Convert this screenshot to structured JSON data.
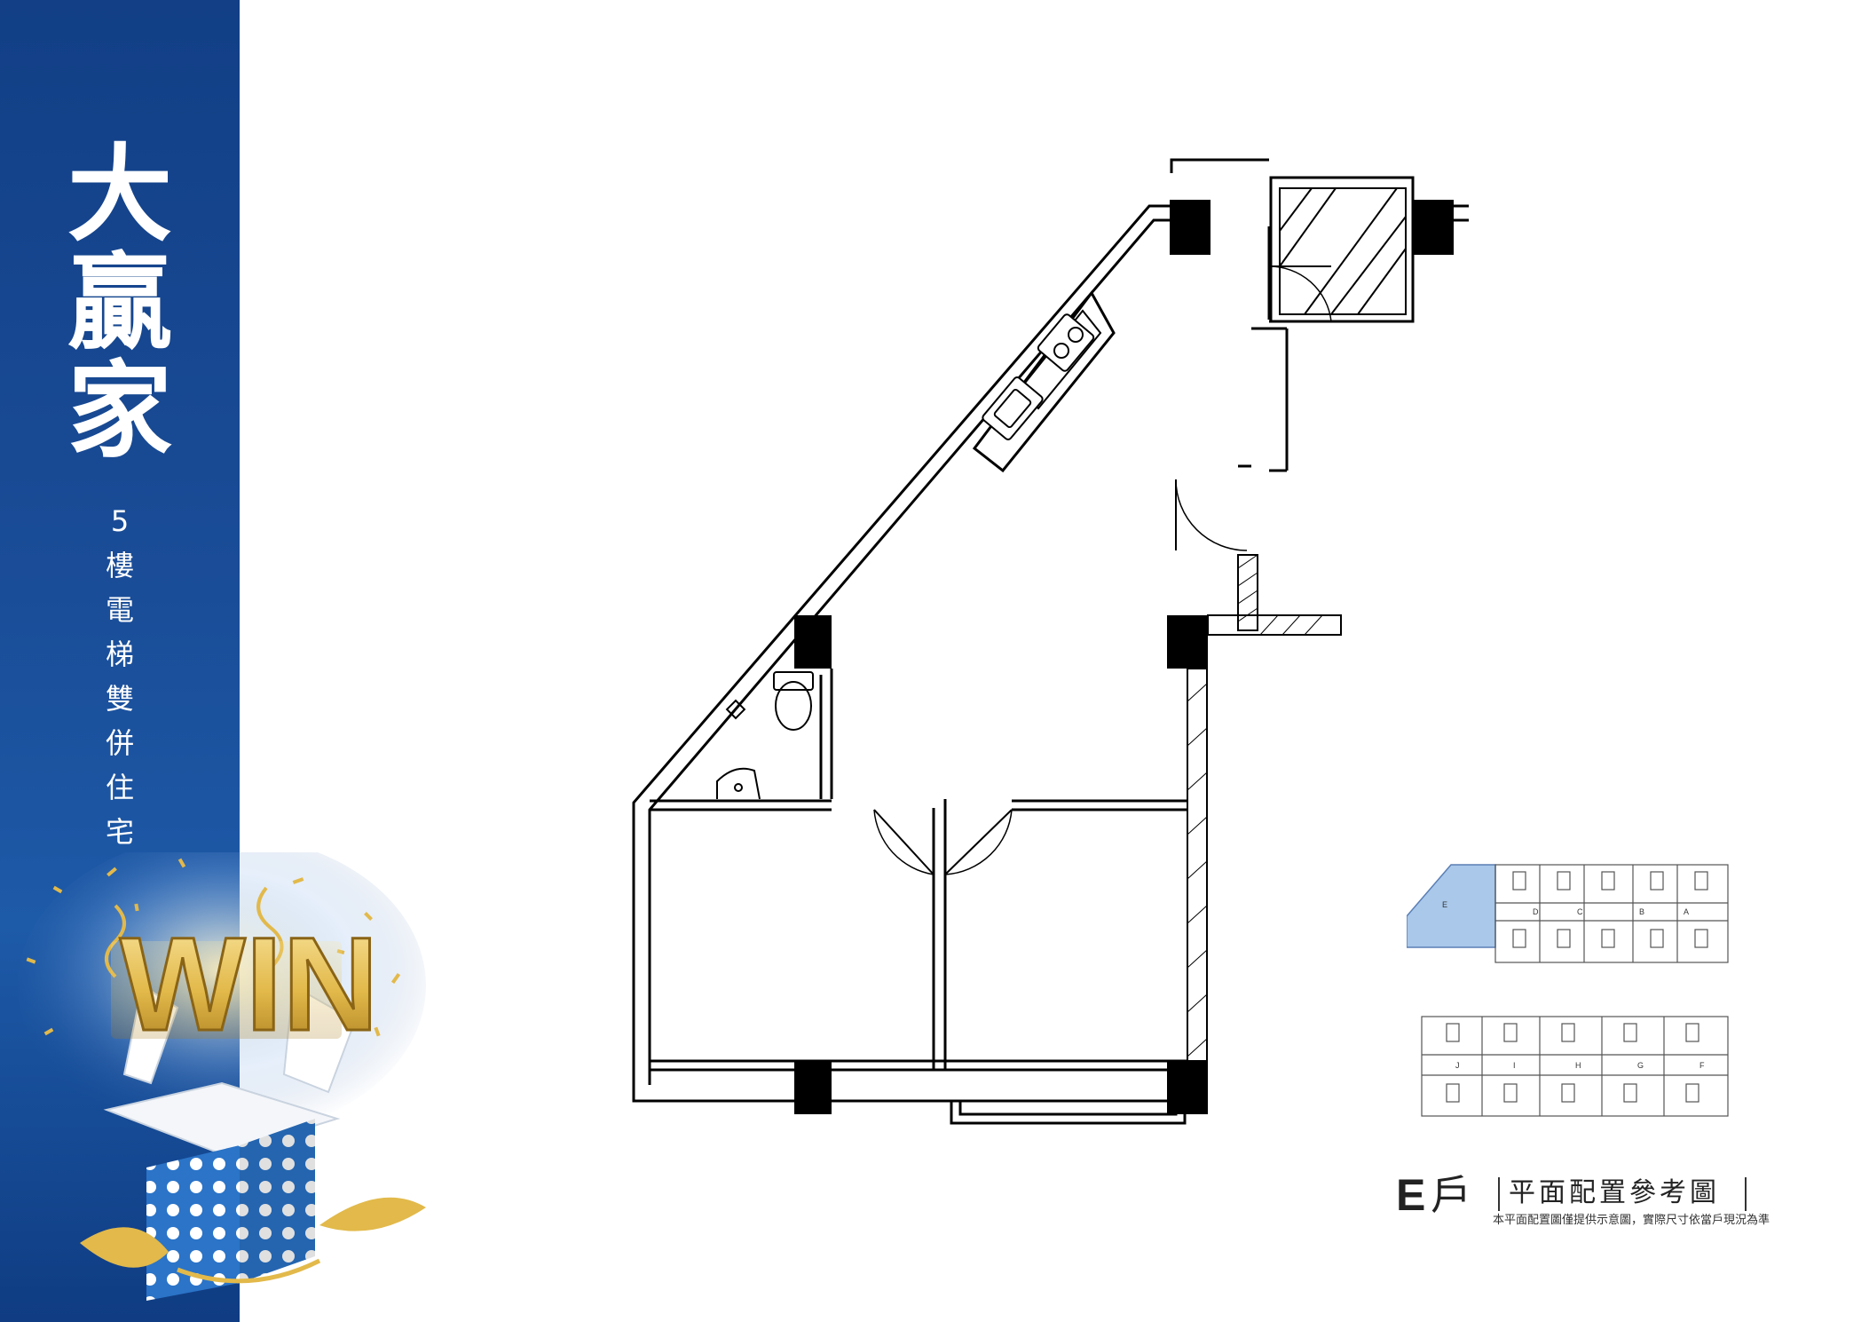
{
  "brand": {
    "title_line1": "大",
    "title_line2": "贏",
    "title_line3": "家",
    "subtitle_chars": [
      "5",
      "樓",
      "電",
      "梯",
      "雙",
      "併",
      "住",
      "宅"
    ]
  },
  "graphic": {
    "banner_text": "WIN",
    "icon": "gift-box-icon"
  },
  "plan": {
    "unit_letter": "E",
    "unit_suffix": "戶",
    "title": "平面配置參考圖",
    "disclaimer": "本平面配置圖僅提供示意圖，實際尺寸依當戶現況為準"
  },
  "key_plan": {
    "top_row_units": [
      "E",
      "D",
      "C",
      "B",
      "A"
    ],
    "bottom_row_units": [
      "J",
      "I",
      "H",
      "G",
      "F"
    ],
    "highlight_color": "#a9c8ea"
  },
  "colors": {
    "panel_blue": "#1a4d98",
    "gold": "#e2b94a",
    "wall": "#000000"
  }
}
